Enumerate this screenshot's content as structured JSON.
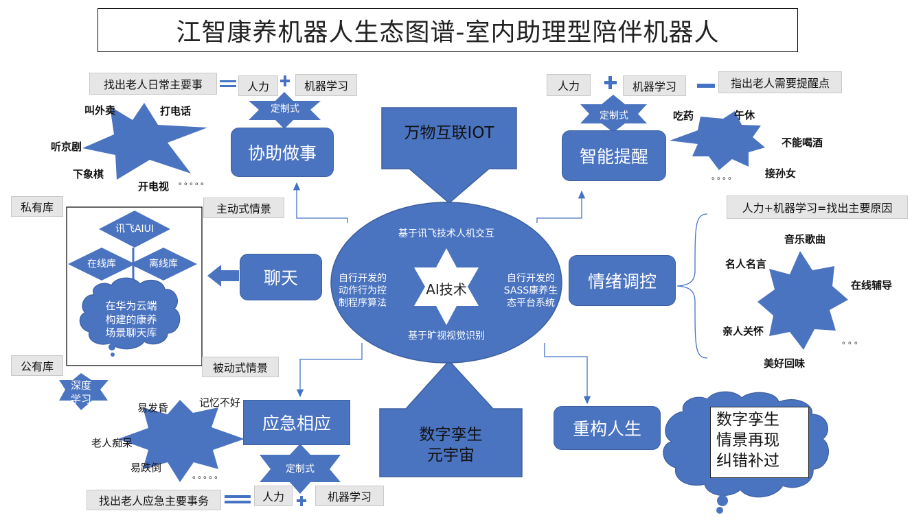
{
  "title": "江智康养机器人生态图谱-室内助理型陪伴机器人",
  "top_left": {
    "task": "找出老人日常主要事",
    "human": "人力",
    "ml": "机器学习",
    "custom": "定制式",
    "main": "协助做事",
    "star_items": [
      "叫外卖",
      "打电话",
      "听京剧",
      "下象棋",
      "开电视"
    ],
    "ellipsis": "。。。。。"
  },
  "top_right": {
    "human": "人力",
    "ml": "机器学习",
    "task": "指出老人需要提醒点",
    "custom": "定制式",
    "main": "智能提醒",
    "star_items": [
      "吃药",
      "午休",
      "不能喝酒",
      "接孙女"
    ],
    "ellipsis": "。。。。"
  },
  "iot": "万物互联IOT",
  "center": {
    "top": "基于讯飞技术人机交互",
    "left": "自行开发的\n动作行为控\n制程序算法",
    "middle": "AI技术",
    "right": "自行开发的\nSASS康养生\n态平台系统",
    "bottom": "基于旷视视觉识别"
  },
  "chat": {
    "private_lib": "私有库",
    "active": "主动式情景",
    "aiui": "讯飞AIUI",
    "online": "在线库",
    "offline": "离线库",
    "cloud": "在华为云端\n构建的康养\n场景聊天库",
    "passive": "被动式情景",
    "main": "聊天",
    "public_lib": "公有库",
    "deep": "深度\n学习"
  },
  "emotion": {
    "main": "情绪调控",
    "formula": "人力+机器学习=找出主要原因",
    "star_items": [
      "音乐歌曲",
      "名人名言",
      "在线辅导",
      "亲人关怀",
      "美好回味"
    ],
    "ellipsis": "。。。"
  },
  "emergency": {
    "main": "应急相应",
    "star_items": [
      "易发昏",
      "记忆不好",
      "老人痴呆",
      "易跌倒"
    ],
    "ellipsis": "。。。。。",
    "custom": "定制式",
    "task": "找出老人应急主要事务",
    "human": "人力",
    "ml": "机器学习"
  },
  "digital": "数字孪生\n元宇宙",
  "rebuild": {
    "main": "重构人生",
    "cloud_text": "数字孪生\n情景再现\n纠错补过"
  },
  "colors": {
    "primary": "#4a73c0",
    "line": "#4472c4",
    "box": "#e6e6e6"
  }
}
